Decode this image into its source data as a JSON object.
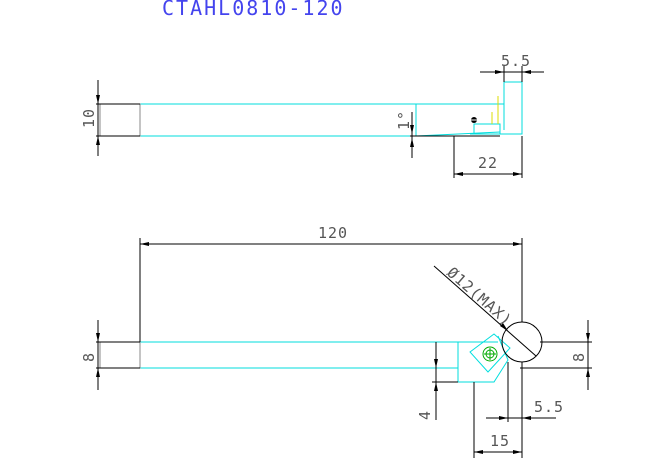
{
  "title": "CTAHL0810-120",
  "side_view": {
    "height_label": "10",
    "tip_width_label": "5.5",
    "angle_label": "1°",
    "insert_length_label": "22"
  },
  "top_view": {
    "overall_length_label": "120",
    "circle_label": "Ø12(MAX)",
    "shank_height_left_label": "8",
    "shank_height_right_label": "8",
    "offset_label": "4",
    "tip_offset_label": "5.5",
    "head_length_label": "15"
  },
  "colors": {
    "background": "#ffffff",
    "part_outline": "#00dede",
    "dimension_lines": "#000000",
    "dimension_text": "#555555",
    "title": "#4444ee"
  }
}
